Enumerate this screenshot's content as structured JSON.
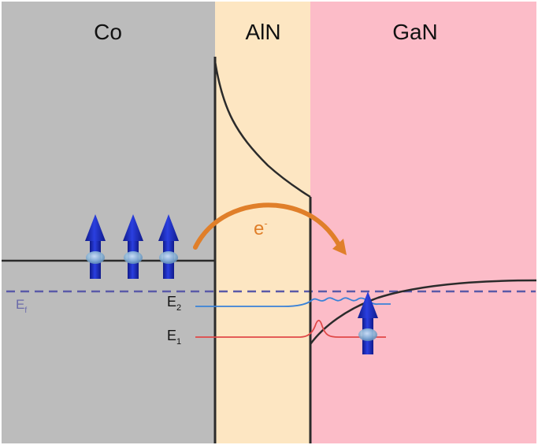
{
  "regions": [
    {
      "id": "co",
      "label": "Co",
      "color": "#bcbcbc"
    },
    {
      "id": "aln",
      "label": "AlN",
      "color": "#fde6c2"
    },
    {
      "id": "gan",
      "label": "GaN",
      "color": "#fcbcc8"
    }
  ],
  "labels": {
    "electron": "e",
    "electron_sup": "-",
    "fermi": "E",
    "fermi_sub": "f",
    "e2": "E",
    "e2_sub": "2",
    "e1": "E",
    "e1_sub": "1"
  },
  "colors": {
    "band_line": "#2b2b2b",
    "fermi_dash": "#5a5aa8",
    "fermi_label": "#6a6aaa",
    "e2_line": "#3a82d8",
    "e1_line": "#e04848",
    "electron_arrow": "#e07f2a",
    "spin_arrow": "#1e2fc8",
    "spin_arrow_dark": "#101a8a",
    "spin_ball": "#8fb8d8"
  },
  "spin_arrows": [
    {
      "id": "co-spin-1",
      "region": "co"
    },
    {
      "id": "co-spin-2",
      "region": "co"
    },
    {
      "id": "co-spin-3",
      "region": "co"
    },
    {
      "id": "gan-spin-1",
      "region": "gan"
    }
  ]
}
